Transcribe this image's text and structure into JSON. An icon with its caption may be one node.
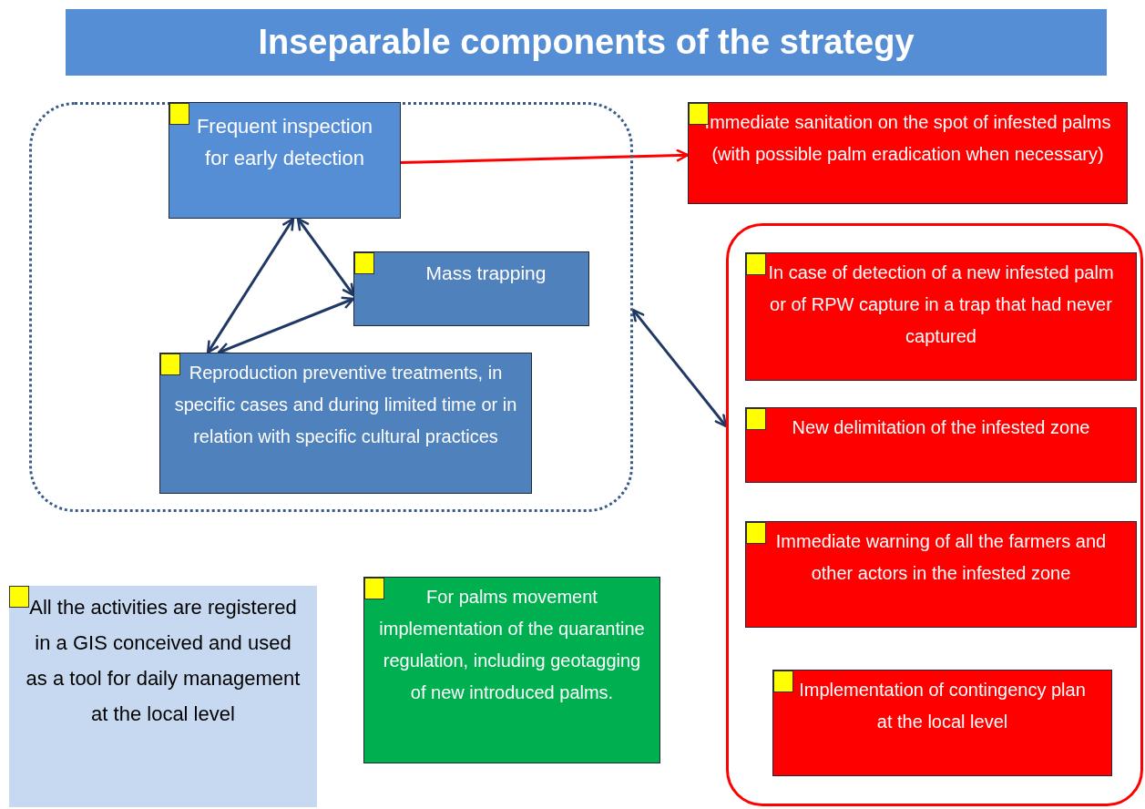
{
  "diagram": {
    "title": "Inseparable components of the strategy",
    "nodes": [
      {
        "text": [],
        "shape": "box"
      },
      {
        "text": [
          "Frequent inspection for early detection"
        ],
        "in": 0
      },
      {
        "text": [
          "Mass trapping"
        ],
        "in": 0
      },
      {
        "text": [
          "Reproduction preventive treatments, in specific cases and during limited time or in relation with specific cultural practices"
        ],
        "in": 0
      },
      {
        "text": [
          "Immediate sanitation on the spot of infested palms (with possible palm eradication  when necessary)"
        ]
      },
      {
        "text": [],
        "shape": "box"
      },
      {
        "text": [
          "In case of detection of a new infested palm or of RPW capture  in a trap that had never captured"
        ],
        "in": 5
      },
      {
        "text": [
          "New delimitation of the infested zone"
        ],
        "in": 5
      },
      {
        "text": [
          "Immediate warning of all the farmers and other actors in the infested zone"
        ],
        "in": 5
      },
      {
        "text": [
          "Implementation of contingency plan at the local level"
        ],
        "in": 5
      },
      {
        "text": [
          "All the activities are registered in a GIS conceived and used as a tool for daily management at the local level"
        ]
      },
      {
        "text": [
          "For palms movement implementation of the quarantine  regulation, including geotagging of new introduced palms."
        ]
      }
    ],
    "edges": [
      {
        "from": 1,
        "to": 4,
        "arrow": "to",
        "color": "#ff0000"
      },
      {
        "from": 1,
        "to": 2,
        "arrow": "both"
      },
      {
        "from": 1,
        "to": 3,
        "arrow": "both"
      },
      {
        "from": 2,
        "to": 3,
        "arrow": "both"
      },
      {
        "from": 0,
        "to": 5,
        "arrow": "both"
      }
    ]
  }
}
